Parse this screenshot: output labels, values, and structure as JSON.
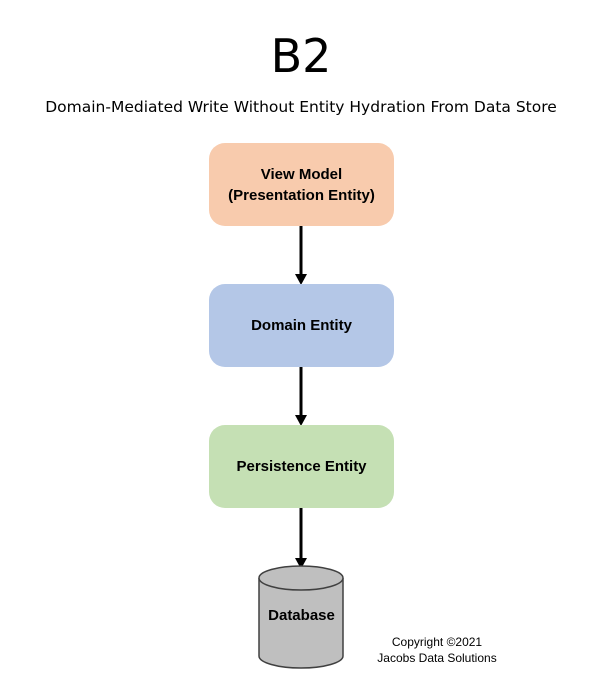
{
  "title": "B2",
  "subtitle": "Domain-Mediated Write Without Entity Hydration From Data Store",
  "boxes": {
    "view_model": {
      "label": "View Model\n(Presentation Entity)",
      "color": "#f8cbad"
    },
    "domain_entity": {
      "label": "Domain Entity",
      "color": "#b4c7e7"
    },
    "persistence_entity": {
      "label": "Persistence Entity",
      "color": "#c5e0b4"
    }
  },
  "database": {
    "label": "Database",
    "color": "#bfbfbf"
  },
  "copyright": {
    "line1": "Copyright ©2021",
    "line2": "Jacobs Data Solutions"
  }
}
